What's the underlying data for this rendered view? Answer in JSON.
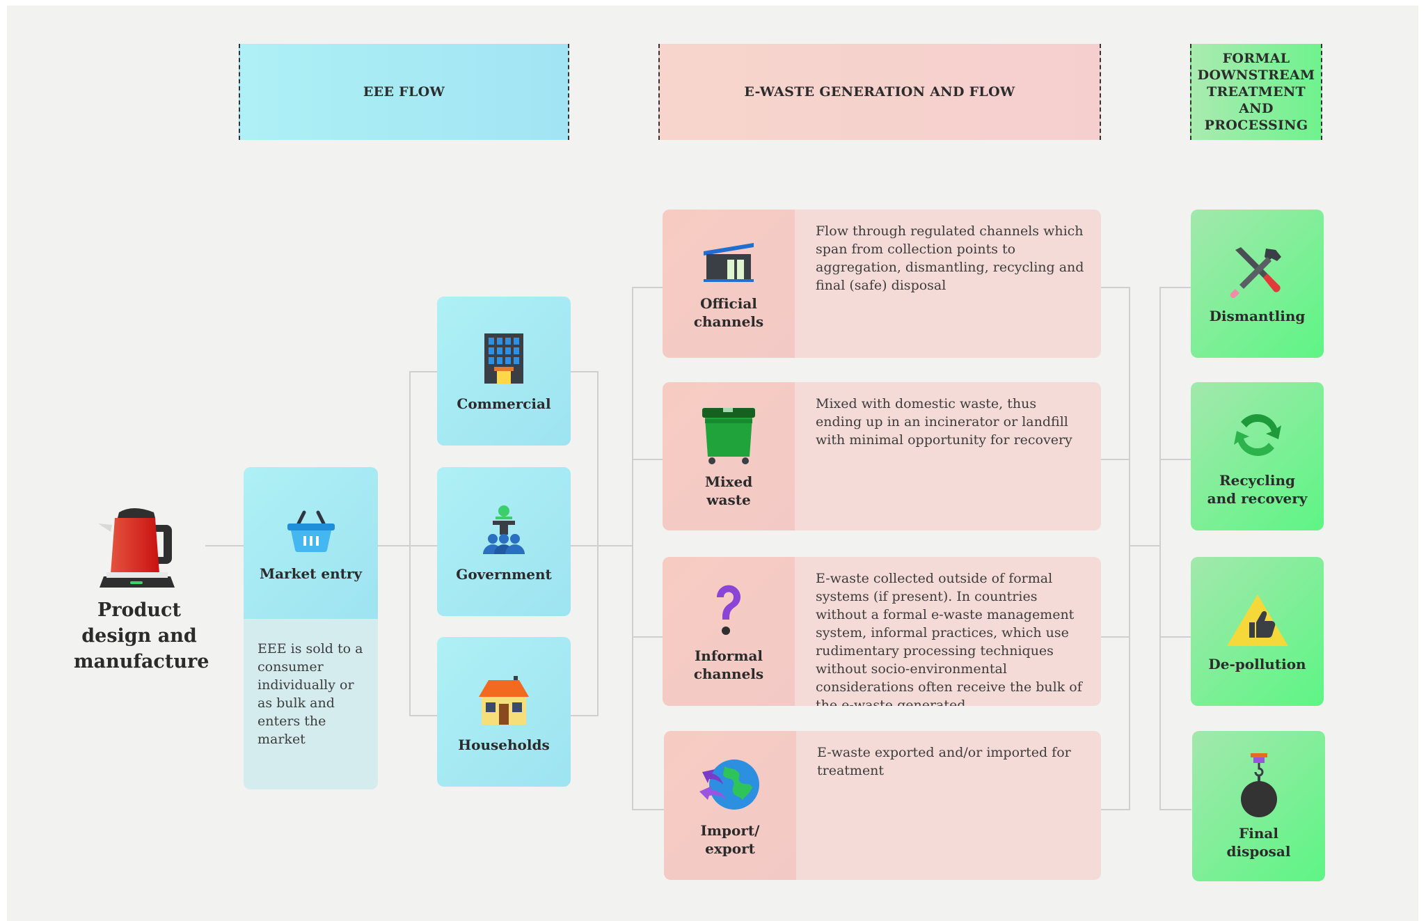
{
  "headers": {
    "eee_flow": "EEE FLOW",
    "ewaste_generation": "E-WASTE GENERATION AND FLOW",
    "formal_downstream": "FORMAL DOWNSTREAM TREATMENT AND PROCESSING"
  },
  "product": {
    "label": "Product design and manufacture",
    "icon": "kettle-icon"
  },
  "market": {
    "label": "Market entry",
    "icon": "basket-icon",
    "description": "EEE is sold to a consumer individually or as bulk and enters the market"
  },
  "consumers": [
    {
      "label": "Commercial",
      "icon": "office-building-icon"
    },
    {
      "label": "Government",
      "icon": "government-icon"
    },
    {
      "label": "Households",
      "icon": "house-icon"
    }
  ],
  "channels": [
    {
      "label": "Official channels",
      "icon": "facility-icon",
      "description": "Flow through regulated channels which span from collection points to aggregation, dismantling, recycling and final (safe) disposal"
    },
    {
      "label": "Mixed waste",
      "icon": "dumpster-icon",
      "description": "Mixed with domestic waste, thus ending up in an incinerator or landfill with minimal opportunity for recovery"
    },
    {
      "label": "Informal channels",
      "icon": "question-mark-icon",
      "description": "E-waste collected outside of formal systems (if present). In countries without a formal e-waste management system, informal practices, which use rudimentary processing techniques without socio-environmental considerations often receive the bulk of the e-waste generated"
    },
    {
      "label": "Import/ export",
      "icon": "globe-arrows-icon",
      "description": "E-waste exported and/or imported for treatment"
    }
  ],
  "treatments": [
    {
      "label": "Dismantling",
      "icon": "tools-icon"
    },
    {
      "label": "Recycling and recovery",
      "icon": "recycle-icon"
    },
    {
      "label": "De-pollution",
      "icon": "warning-thumb-icon"
    },
    {
      "label": "Final disposal",
      "icon": "wrecking-ball-icon"
    }
  ],
  "colors": {
    "blue": "#aef0f5",
    "pink": "#f5cfce",
    "green": "#6ff28d"
  }
}
